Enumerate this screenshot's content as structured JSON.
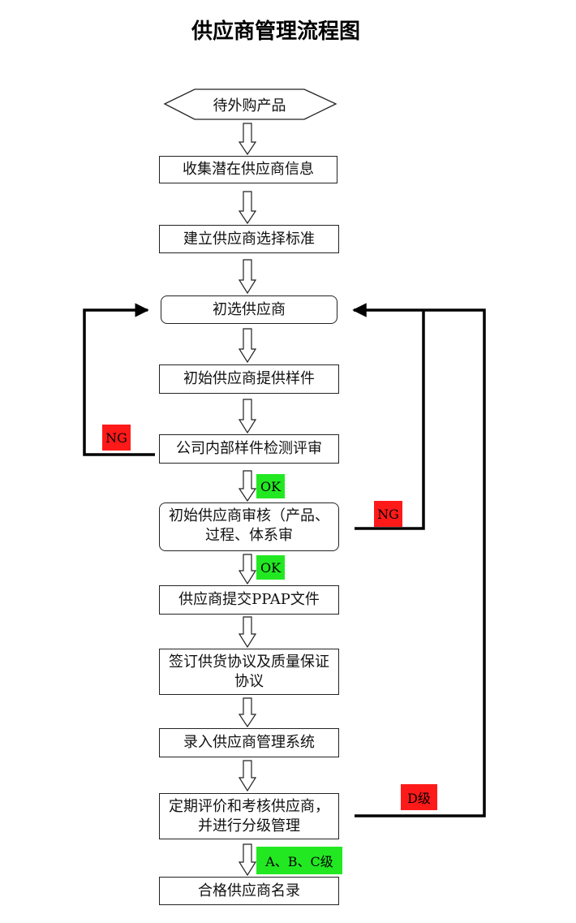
{
  "title": "供应商管理流程图",
  "start": "待外购产品",
  "steps": {
    "collect": "收集潜在供应商信息",
    "standard": "建立供应商选择标准",
    "preselect": "初选供应商",
    "sample": "初始供应商提供样件",
    "review": "公司内部样件检测评审",
    "audit": "初始供应商审核（产品、过程、体系审",
    "ppap": "供应商提交PPAP文件",
    "agreement": "签订供货协议及质量保证协议",
    "system": "录入供应商管理系统",
    "evaluate": "定期评价和考核供应商，并进行分级管理",
    "qualified": "合格供应商名录"
  },
  "tags": {
    "ng_review": "NG",
    "ok_review": "OK",
    "ng_audit": "NG",
    "ok_audit": "OK",
    "d_grade": "D级",
    "abc_grade": "A、B、C级"
  },
  "colors": {
    "ng": "#ff1a1a",
    "ok": "#22e822"
  }
}
